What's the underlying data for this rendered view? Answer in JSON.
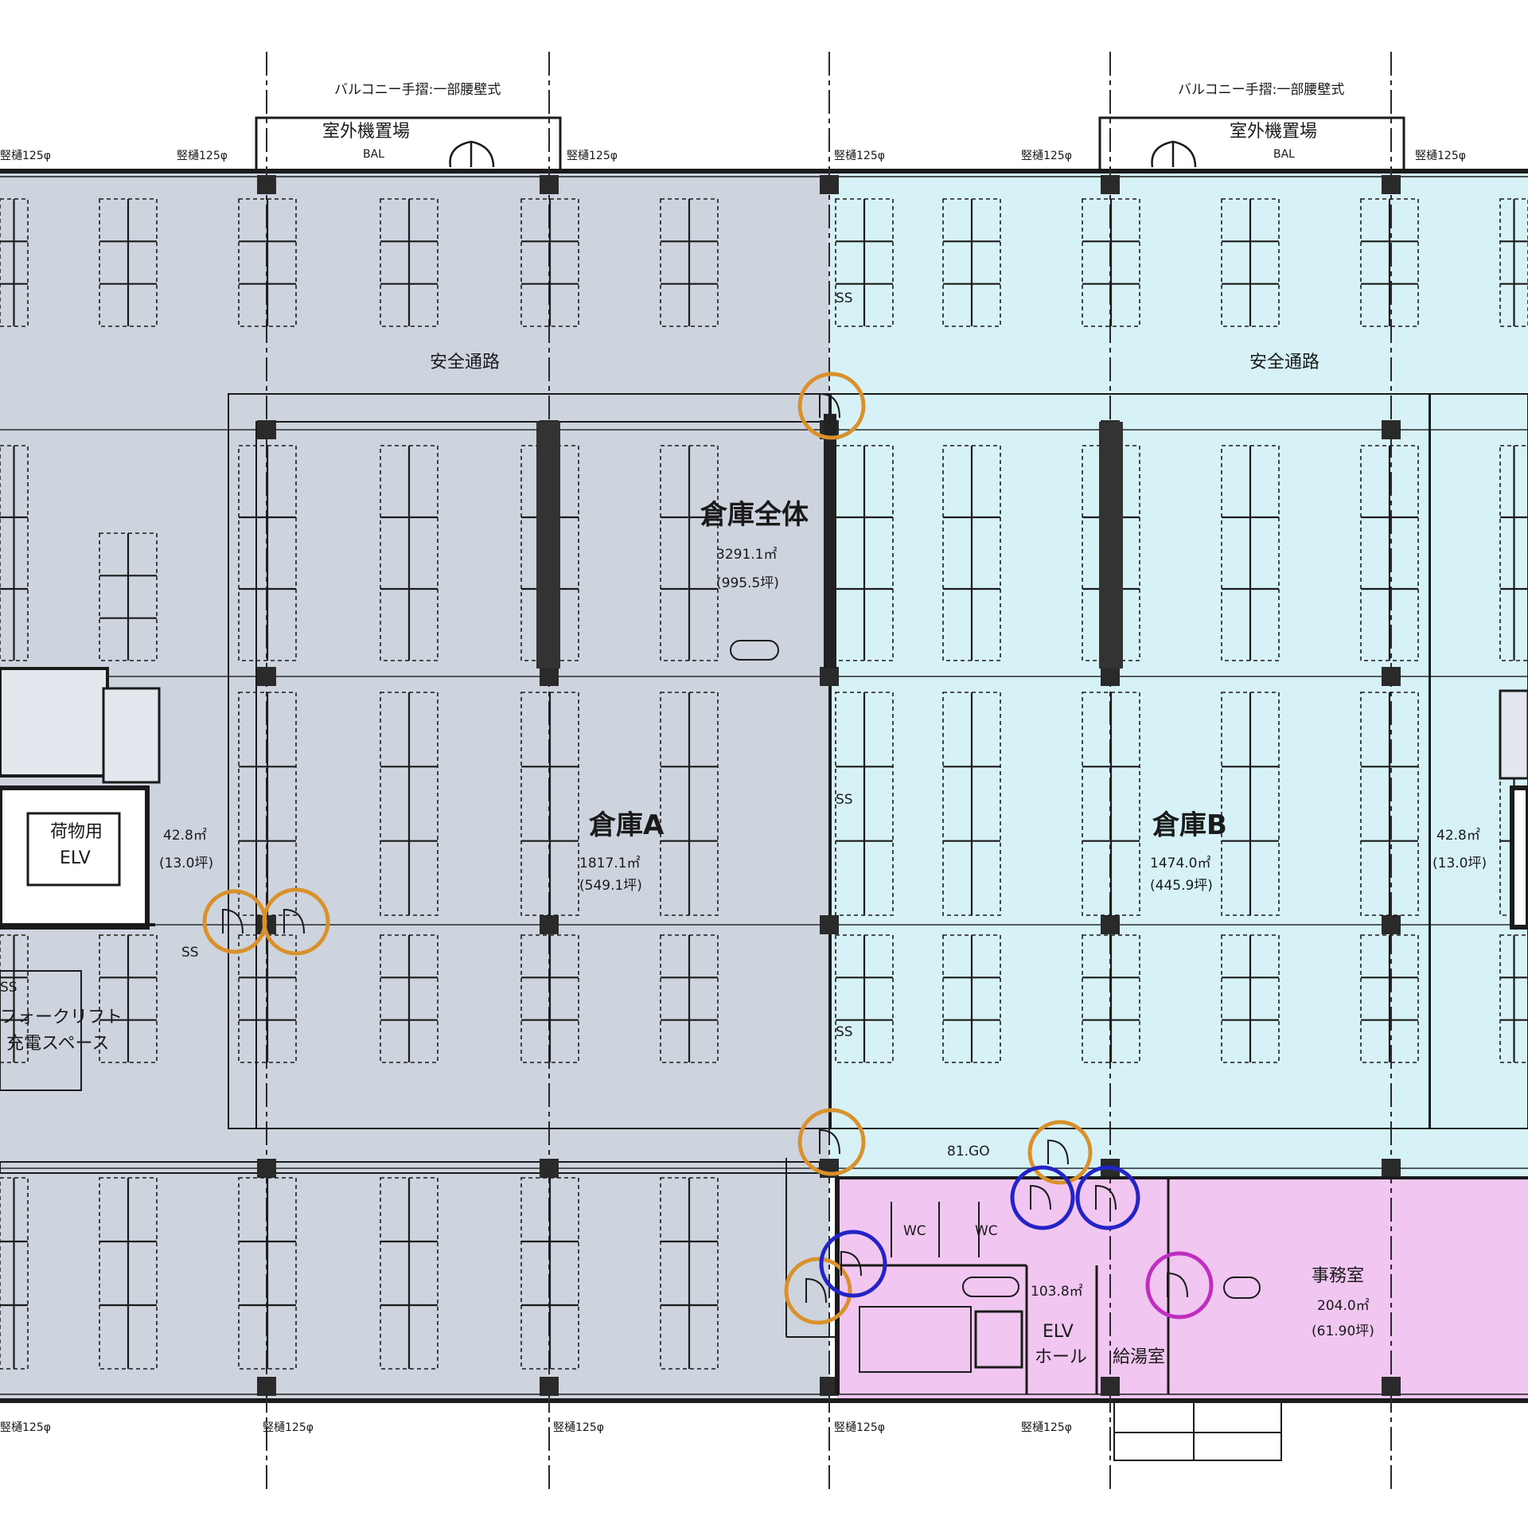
{
  "colors": {
    "zone_a": "#cdd4de",
    "zone_b": "#d6f2f7",
    "zone_office": "#f1c6f1",
    "wall": "#1b1b1b",
    "door_orange": "#d9912c",
    "door_blue": "#2323c8",
    "door_magenta": "#c02ec0"
  },
  "labels": {
    "balcony_note_left": "バルコニー手摺:一部腰壁式",
    "balcony_note_right": "バルコニー手摺:一部腰壁式",
    "balcony_title_left": "室外機置場",
    "balcony_title_right": "室外機置場",
    "bal_left": "BAL",
    "bal_right": "BAL",
    "safety_path_left": "安全通路",
    "safety_path_right": "安全通路",
    "warehouse_total": "倉庫全体",
    "warehouse_total_area": "3291.1㎡",
    "warehouse_total_tsubo": "(995.5坪)",
    "warehouse_a": "倉庫A",
    "warehouse_a_area": "1817.1㎡",
    "warehouse_a_tsubo": "(549.1坪)",
    "warehouse_b": "倉庫B",
    "warehouse_b_area": "1474.0㎡",
    "warehouse_b_tsubo": "(445.9坪)",
    "cargo_elv": "荷物用",
    "cargo_elv_sub": "ELV",
    "left_room_area": "42.8㎡",
    "left_room_tsubo": "(13.0坪)",
    "right_room_area": "42.8㎡",
    "right_room_tsubo": "(13.0坪)",
    "forklift": "フォークリフト",
    "charging_space": "充電スペース",
    "ss_1": "SS",
    "ss_2": "SS",
    "ss_3": "SS",
    "ss_4": "SS",
    "ss_5": "SS",
    "office": "事務室",
    "office_area": "204.0㎡",
    "office_tsubo": "(61.90坪)",
    "elv_hall_line1": "ELV",
    "elv_hall_line2": "ホール",
    "elv_hall_area": "103.8㎡",
    "kitchen": "給湯室",
    "wc_1": "WC",
    "wc_2": "WC",
    "pipe_1": "竪樋125φ",
    "pipe_2": "竪樋125φ",
    "pipe_3": "竪樋125φ",
    "pipe_4": "竪樋125φ",
    "pipe_5": "竪樋125φ",
    "pipe_6": "竪樋125φ",
    "pipe_b1": "竪樋125φ",
    "pipe_b2": "竪樋125φ",
    "pipe_b3": "竪樋125φ",
    "pipe_b4": "竪樋125φ",
    "pipe_b5": "竪樋125φ",
    "sfx": "81.GO"
  }
}
